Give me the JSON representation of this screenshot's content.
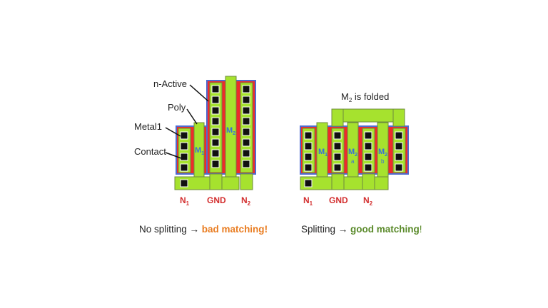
{
  "labels": {
    "n_active": "n-Active",
    "poly": "Poly",
    "metal1": "Metal1",
    "contact": "Contact",
    "folded_prefix": "M",
    "folded_sub": "2",
    "folded_suffix": " is folded"
  },
  "left_diagram": {
    "m1": "M",
    "m1_sub": "1",
    "m2": "M",
    "m2_sub": "2",
    "terminals": [
      {
        "name": "N",
        "sub": "1"
      },
      {
        "name": "GND",
        "sub": ""
      },
      {
        "name": "N",
        "sub": "2"
      }
    ]
  },
  "right_diagram": {
    "m1": "M",
    "m1_sub": "1",
    "m2a": "M",
    "m2a_sub": "2",
    "m2a_tag": "a",
    "m2b": "M",
    "m2b_sub": "2",
    "m2b_tag": "b",
    "terminals": [
      {
        "name": "N",
        "sub": "1"
      },
      {
        "name": "GND",
        "sub": ""
      },
      {
        "name": "N",
        "sub": "2"
      }
    ]
  },
  "captions": {
    "left_prefix": "No splitting ",
    "left_arrow": "→",
    "left_emph": " bad matching",
    "left_bang": "!",
    "right_prefix": "Splitting ",
    "right_arrow": "→",
    "right_emph": " good matching",
    "right_bang": "!"
  },
  "colors": {
    "n_active": "#ee2b2b",
    "n_active_border": "#4f6bd0",
    "poly": "#a6e22e",
    "metal_border": "#6d8b3d",
    "contact": "#111111",
    "terminal_text": "#d32f2f",
    "device_label": "#3a6fd8"
  }
}
